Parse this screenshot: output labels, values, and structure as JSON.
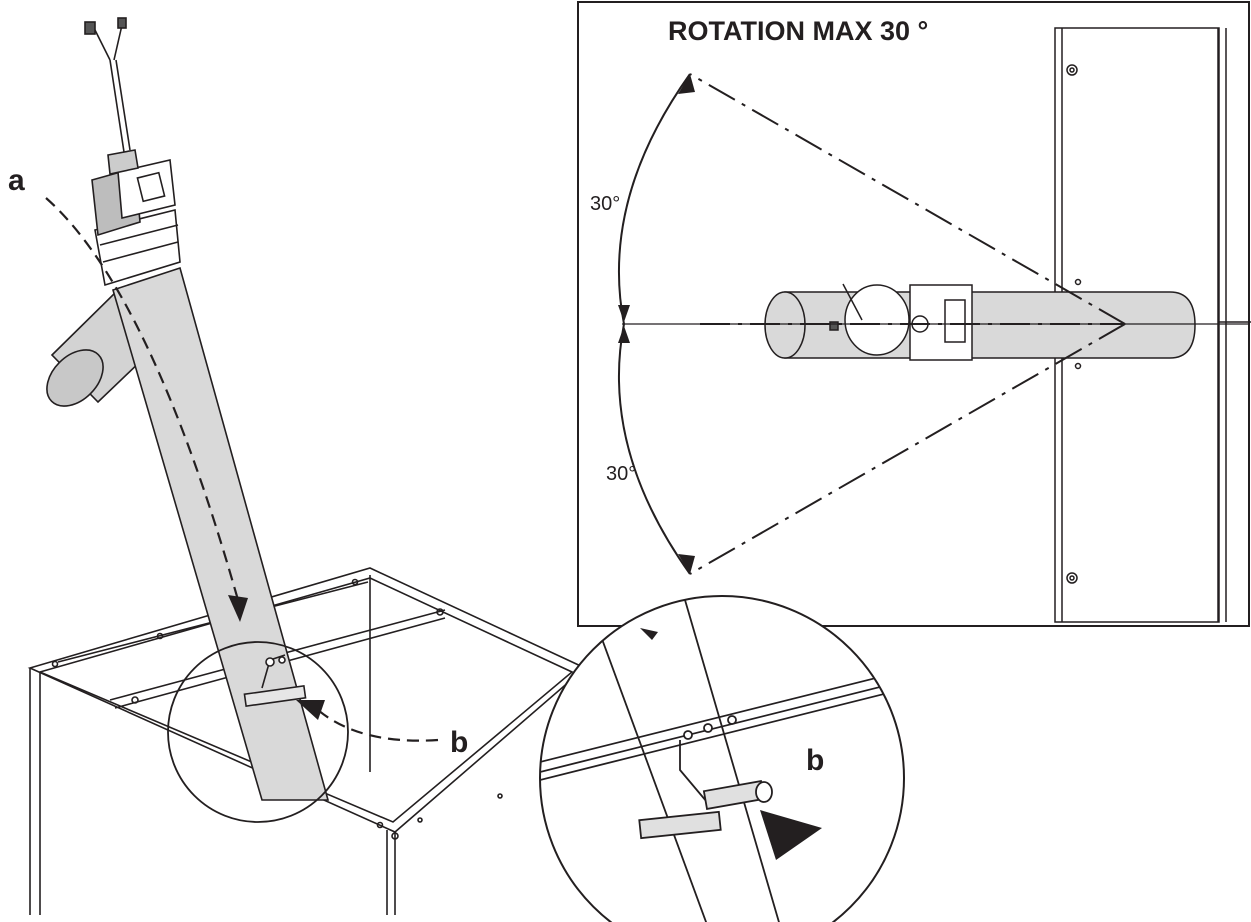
{
  "labels": {
    "a": "a",
    "b": "b",
    "b_detail": "b",
    "rotation_title": "ROTATION MAX 30 °",
    "angle_upper": "30°",
    "angle_lower": "30°"
  },
  "colors": {
    "line": "#231f20",
    "tube_fill": "#d9d9d9",
    "tube_dark": "#c8c8c8",
    "background": "#ffffff"
  },
  "rotation_max_deg": 30
}
